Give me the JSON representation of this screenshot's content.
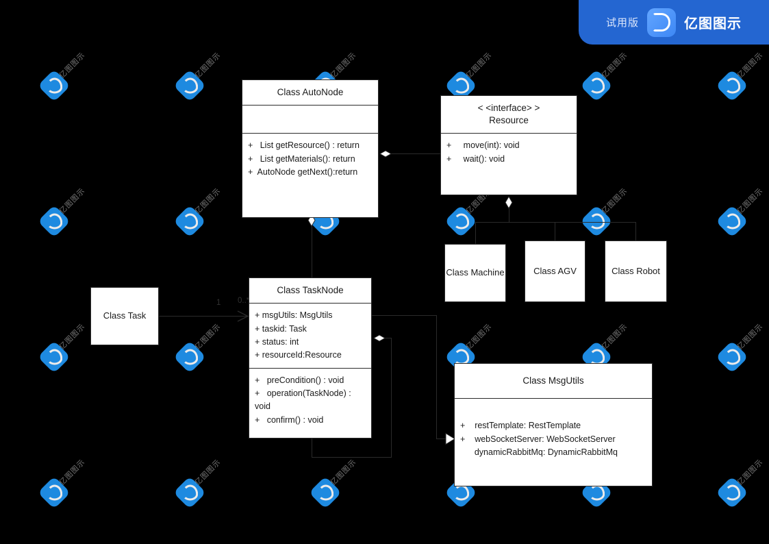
{
  "banner": {
    "trial_label": "试用版",
    "brand_label": "亿图图示",
    "logo_icon": "edraw-logo-icon",
    "background_color": "#2466d1"
  },
  "watermark": {
    "text": "亿图图示",
    "badge_icon": "edraw-watermark-icon",
    "color": "#9a9a9a",
    "badge_color": "#2196f3"
  },
  "diagram": {
    "type": "uml-class-diagram",
    "background_color": "#000000",
    "node_fill": "#ffffff",
    "node_stroke": "#2b2b2b",
    "classes": [
      {
        "id": "autonode",
        "name": "Class AutoNode",
        "attributes": [],
        "methods": [
          "+   List getResource() : return",
          "+   List getMaterials(): return",
          "+  AutoNode getNext():return"
        ]
      },
      {
        "id": "resource",
        "stereotype": "< <interface> >",
        "name": "Resource",
        "methods": [
          "+     move(int): void",
          "+     wait(): void"
        ]
      },
      {
        "id": "tasknode",
        "name": "Class TaskNode",
        "attributes": [
          "+ msgUtils: MsgUtils",
          "+ taskid: Task",
          "+ status: int",
          "+ resourceId:Resource"
        ],
        "methods": [
          "+   preCondition() : void",
          "+   operation(TaskNode) : void",
          "+   confirm() : void"
        ]
      },
      {
        "id": "task",
        "name": "Class Task"
      },
      {
        "id": "machine",
        "name": "Class Machine"
      },
      {
        "id": "agv",
        "name": "Class AGV"
      },
      {
        "id": "robot",
        "name": "Class Robot"
      },
      {
        "id": "msgutils",
        "name": "Class MsgUtils",
        "attributes": [
          "+    restTemplate: RestTemplate",
          "+    webSocketServer: WebSocketServer",
          "      dynamicRabbitMq: DynamicRabbitMq"
        ]
      }
    ],
    "relations": [
      {
        "from": "autonode",
        "to": "resource",
        "kind": "aggregation"
      },
      {
        "from": "autonode",
        "to": "tasknode",
        "kind": "aggregation"
      },
      {
        "from": "resource",
        "to": "machine",
        "kind": "generalization"
      },
      {
        "from": "resource",
        "to": "agv",
        "kind": "generalization"
      },
      {
        "from": "resource",
        "to": "robot",
        "kind": "generalization"
      },
      {
        "from": "task",
        "to": "tasknode",
        "kind": "association",
        "source_multiplicity": "1",
        "target_multiplicity": "0..*"
      },
      {
        "from": "tasknode",
        "to": "tasknode",
        "kind": "aggregation-self"
      },
      {
        "from": "tasknode",
        "to": "msgutils",
        "kind": "dependency"
      }
    ]
  }
}
